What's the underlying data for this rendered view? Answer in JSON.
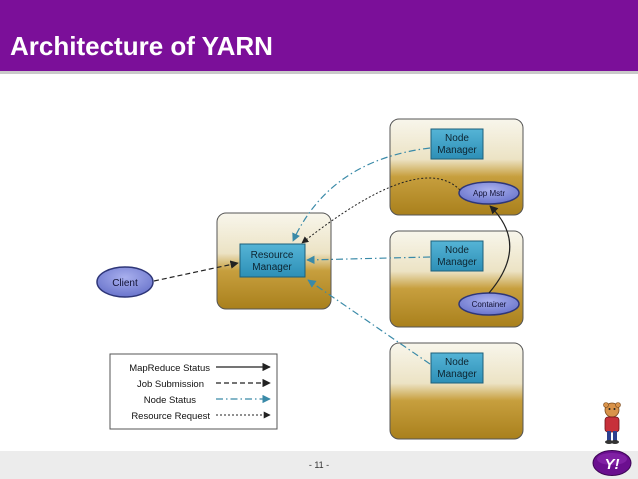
{
  "slide": {
    "title": "Architecture of YARN",
    "page_number": "- 11 -"
  },
  "diagram": {
    "client": "Client",
    "resource_manager": [
      "Resource",
      "Manager"
    ],
    "node_managers": [
      [
        "Node",
        "Manager"
      ],
      [
        "Node",
        "Manager"
      ],
      [
        "Node",
        "Manager"
      ]
    ],
    "app_master": "App Mstr",
    "container": "Container",
    "legend": [
      {
        "label": "MapReduce Status",
        "style": "solid",
        "color": "#222222"
      },
      {
        "label": "Job Submission",
        "style": "dashed",
        "color": "#222222"
      },
      {
        "label": "Node Status",
        "style": "dashdot",
        "color": "#3a8aa8"
      },
      {
        "label": "Resource Request",
        "style": "dotted",
        "color": "#222222"
      }
    ]
  },
  "colors": {
    "header": "#7b0f99",
    "box_gradient_top": "#f7f4e8",
    "box_gradient_bottom": "#b58a22",
    "component_fill": "#3b9fc5",
    "oval_fill": "#7d86d6",
    "node_status_line": "#3a8aa8"
  },
  "logo": {
    "text": "Y!"
  }
}
